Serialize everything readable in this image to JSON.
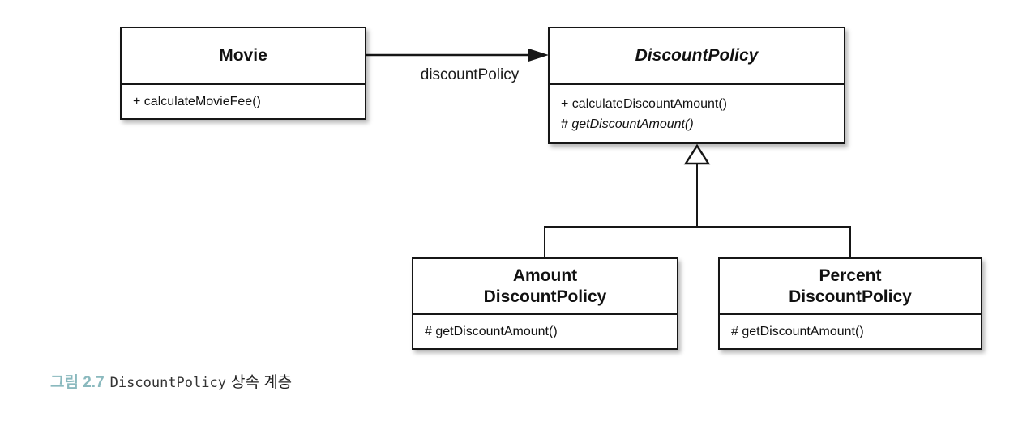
{
  "diagram": {
    "association": {
      "label": "discountPolicy"
    },
    "classes": [
      {
        "id": "movie",
        "title_lines": [
          "Movie"
        ],
        "methods": [
          {
            "visibility": "+",
            "name": "calculateMovieFee()"
          }
        ]
      },
      {
        "id": "discount-policy",
        "title_lines": [
          "DiscountPolicy"
        ],
        "methods": [
          {
            "visibility": "+",
            "name": "calculateDiscountAmount()"
          },
          {
            "visibility": "#",
            "name": "getDiscountAmount()"
          }
        ]
      },
      {
        "id": "amount-discount-policy",
        "title_lines": [
          "Amount",
          "DiscountPolicy"
        ],
        "methods": [
          {
            "visibility": "#",
            "name": "getDiscountAmount()"
          }
        ]
      },
      {
        "id": "percent-discount-policy",
        "title_lines": [
          "Percent",
          "DiscountPolicy"
        ],
        "methods": [
          {
            "visibility": "#",
            "name": "getDiscountAmount()"
          }
        ]
      }
    ]
  },
  "caption": {
    "figure_label": "그림 2.7",
    "code_text": "DiscountPolicy",
    "suffix": "상속 계층"
  },
  "colors": {
    "line": "#161616",
    "caption_accent": "#8ab9be"
  }
}
